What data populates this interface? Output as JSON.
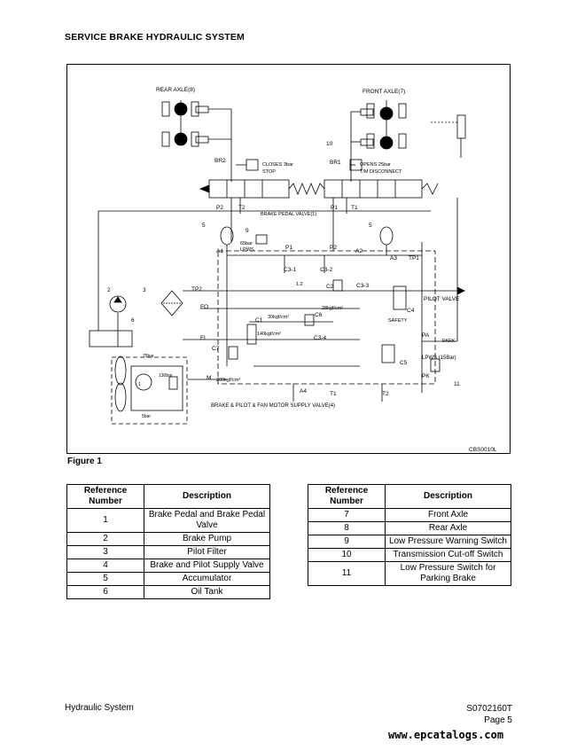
{
  "page": {
    "title": "SERVICE BRAKE HYDRAULIC SYSTEM",
    "figure_caption": "Figure 1",
    "footer_left": "Hydraulic System",
    "footer_doc": "S0702160T",
    "footer_page": "Page 5",
    "watermark": "www.epcatalogs.com"
  },
  "diagram": {
    "rear_axle": "REAR AXLE(8)",
    "front_axle": "FRONT AXLE(7)",
    "br2": "BR2",
    "br1": "BR1",
    "closes": "CLOSES 3bar",
    "stop": "STOP",
    "opens": "OPENS 25bar",
    "tm_disconnect": "T/M DISCONNECT",
    "n10": "10",
    "p2a": "P2",
    "t2a": "T2",
    "p1a": "P1",
    "t1a": "T1",
    "brake_pedal_valve": "BRAKE PEDAL VALVE(1)",
    "n5a": "5",
    "n9": "9",
    "n5b": "5",
    "bar65": "65bar",
    "lpws": "LPWS",
    "a1": "A1",
    "p1b": "P1",
    "p2b": "P2",
    "a2": "A2",
    "a3": "A3",
    "tp1": "TP1",
    "c31": "C3-1",
    "c32": "C3-2",
    "c33": "C3-3",
    "n12": "1.2",
    "c2": "C2",
    "n2": "2",
    "n3": "3",
    "n6": "6",
    "tp2": "TP2",
    "fo": "FO",
    "fi": "FI",
    "c1": "C1",
    "kgf30": "30kgf/cm²",
    "c6": "C6",
    "kgf28": "28kgf/cm²",
    "c34": "C3-4",
    "c4": "C4",
    "safety": "SAFETY",
    "pilot_valve": "PILOT VALVE",
    "kgf140": "140kgf/cm²",
    "c7": "C7",
    "pa": "PA",
    "park": "PARK",
    "lpws15": "LPWS (15Bar)",
    "c5": "C5",
    "pk": "PK",
    "n11": "11",
    "m": "M",
    "kgf200": "200kgf/cm²",
    "a4": "A4",
    "t1b": "T1",
    "t2b": "T2",
    "bar75": "75bar",
    "bar130": "130bar",
    "bar5": "5bar",
    "n1": "1",
    "supply_valve": "BRAKE & PILOT & FAN MOTOR SUPPLY VALVE(4)",
    "code": "CBS0010L"
  },
  "table_left": {
    "headers": [
      "Reference Number",
      "Description"
    ],
    "rows": [
      [
        "1",
        "Brake Pedal and Brake Pedal Valve"
      ],
      [
        "2",
        "Brake Pump"
      ],
      [
        "3",
        "Pilot Filter"
      ],
      [
        "4",
        "Brake and Pilot Supply Valve"
      ],
      [
        "5",
        "Accumulator"
      ],
      [
        "6",
        "Oil Tank"
      ]
    ]
  },
  "table_right": {
    "headers": [
      "Reference Number",
      "Description"
    ],
    "rows": [
      [
        "7",
        "Front Axle"
      ],
      [
        "8",
        "Rear Axle"
      ],
      [
        "9",
        "Low Pressure Warning Switch"
      ],
      [
        "10",
        "Transmission Cut-off Switch"
      ],
      [
        "11",
        "Low Pressure Switch for Parking Brake"
      ]
    ]
  }
}
